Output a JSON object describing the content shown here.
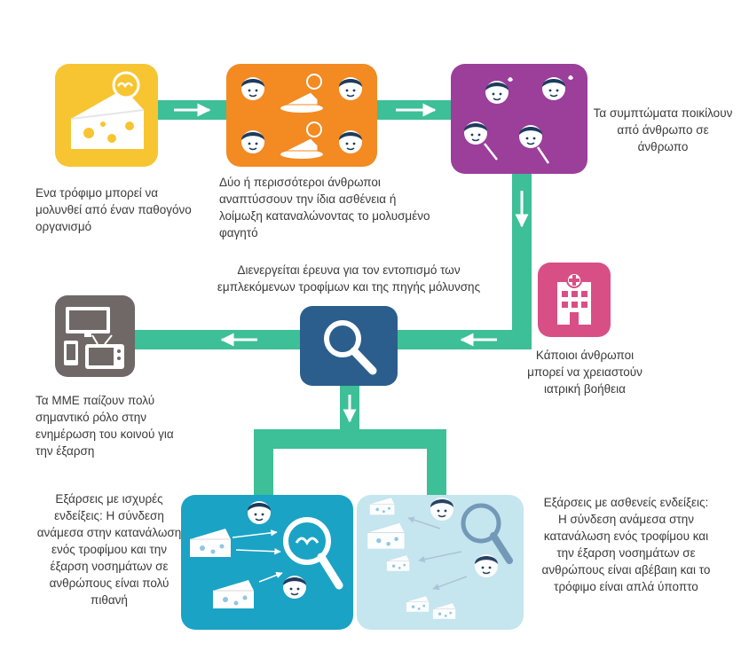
{
  "labels": {
    "contaminated_food": "Ενα τρόφιμο μπορεί να μολυνθεί από έναν παθογόνο οργανισμό",
    "same_illness": "Δύο ή περισσότεροι άνθρωποι αναπτύσσουν την ίδια ασθένεια ή λοίμωξη καταναλώνοντας το μολυσμένο φαγητό",
    "symptoms_vary": "Τα συμπτώματα ποικίλουν από άνθρωπο σε άνθρωπο",
    "investigation": "Διενεργείται έρευνα για τον εντοπισμό των εμπλεκόμενων τροφίμων και της πηγής μόλυνσης",
    "medical_help": "Κάποιοι άνθρωποι μπορεί να χρειαστούν ιατρική βοήθεια",
    "media_role": "Τα ΜΜΕ παίζουν πολύ σημαντικό ρόλο στην ενημέρωση του κοινού για την έξαρση",
    "strong_evidence": "Εξάρσεις με ισχυρές ενδείξεις: Η σύνδεση ανάμεσα στην κατανάλωση ενός τροφίμου και την έξαρση νοσημάτων σε ανθρώπους είναι πολύ πιθανή",
    "weak_evidence": "Εξάρσεις με ασθενείς ενδείξεις: Η σύνδεση ανάμεσα στην κατανάλωση ενός τροφίμου και την έξαρση νοσημάτων σε ανθρώπους είναι αβέβαιη και το τρόφιμο είναι απλά ύποπτο"
  },
  "colors": {
    "connector": "#3dbf97",
    "yellow": "#f7c531",
    "orange": "#f38a22",
    "purple": "#9b3f9a",
    "pink": "#d84f86",
    "navy": "#2b5e8c",
    "gray": "#6f6866",
    "teal": "#1aa3c4",
    "light_blue": "#c5e5ef"
  },
  "icons": {
    "cheese_box": "cheese-icon",
    "people_box": "people-eating-icon",
    "sick_box": "sick-people-icon",
    "hospital_box": "hospital-icon",
    "search_box": "magnifier-icon",
    "media_box": "media-devices-icon",
    "strong_box": "strong-evidence-icon",
    "weak_box": "weak-evidence-icon"
  }
}
